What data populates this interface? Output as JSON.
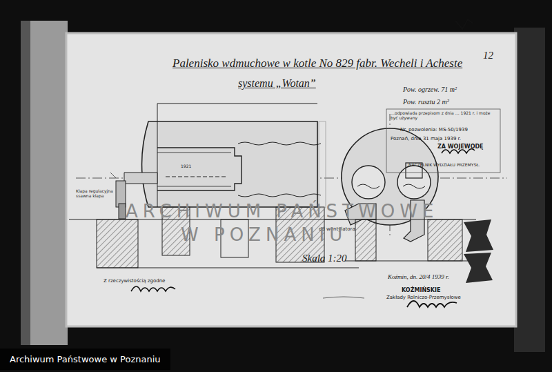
{
  "diagram": {
    "title": "Palenisko wdmuchowe w kotle No 829 fabr. Wecheli i Acheste",
    "nodes": [
      {
        "text": [
          "Archiwum Państwowe w Poznaniu"
        ]
      }
    ],
    "labels": [
      "12",
      "systemu „Wotan”",
      "Pow. ogrzew. 71 m²",
      "Pow. rusztu 2 m²",
      "…odpowiada przepisom z dnia … 1921 r. i może być używany",
      "Nr. pozwolenia: MS-50/1939",
      "Poznań, dnia 31 maja 1939 r.",
      "ZA WOJEWODĘ",
      "NACZELNIK WYDZIAŁU PRZEMYSŁ.",
      "Klapa regulacyjna ssawna klapa",
      "od wentylatora",
      "Skala 1:20",
      "Z rzeczywistością zgodne",
      "Koźmin, dn. 20/4 1939 r.",
      "KOŹMIŃSKIE",
      "Zakłady Rolniczo-Przemysłowe",
      "ARCHIWUM PAŃSTWOWE",
      "W POZNANIU",
      "1921"
    ]
  }
}
